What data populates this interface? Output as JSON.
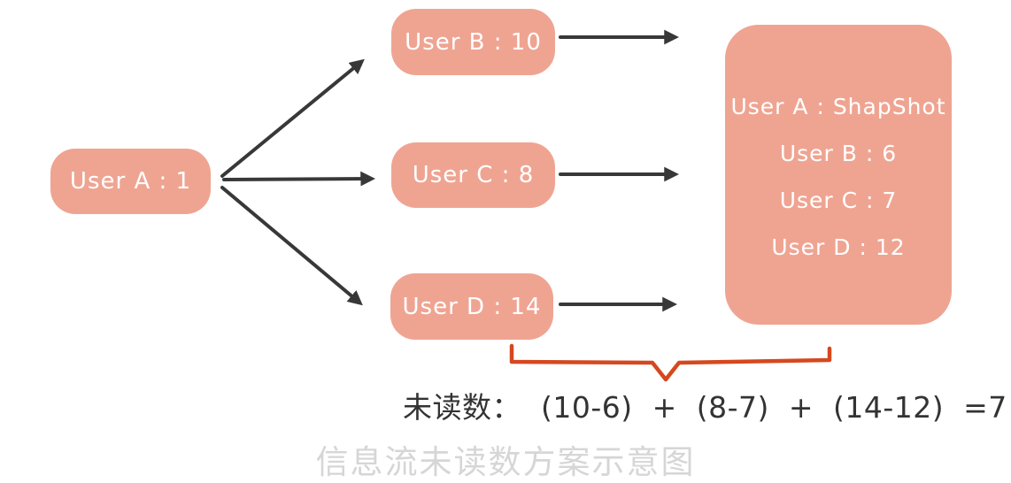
{
  "diagram": {
    "title_caption": "信息流未读数方案示意图",
    "nodes": {
      "user_a": {
        "label": "User A : 1"
      },
      "user_b": {
        "label": "User B : 10"
      },
      "user_c": {
        "label": "User C : 8"
      },
      "user_d": {
        "label": "User D : 14"
      },
      "snapshot": {
        "lines": [
          "User A : ShapShot",
          "User B : 6",
          "User C : 7",
          "User D : 12"
        ]
      }
    },
    "edges": [
      {
        "from": "user_a",
        "to": "user_b"
      },
      {
        "from": "user_a",
        "to": "user_c"
      },
      {
        "from": "user_a",
        "to": "user_d"
      },
      {
        "from": "user_b",
        "to": "snapshot"
      },
      {
        "from": "user_c",
        "to": "snapshot"
      },
      {
        "from": "user_d",
        "to": "snapshot"
      }
    ],
    "formula": {
      "label": "未读数：  (10-6)  +  (8-7)  +  (14-12)  =7"
    },
    "colors": {
      "node_fill": "#efa492",
      "node_text": "#ffffff",
      "arrow": "#383838",
      "brace": "#d5481f",
      "formula_text": "#333333",
      "caption_text": "#d6d6d6",
      "background": "#ffffff"
    }
  }
}
